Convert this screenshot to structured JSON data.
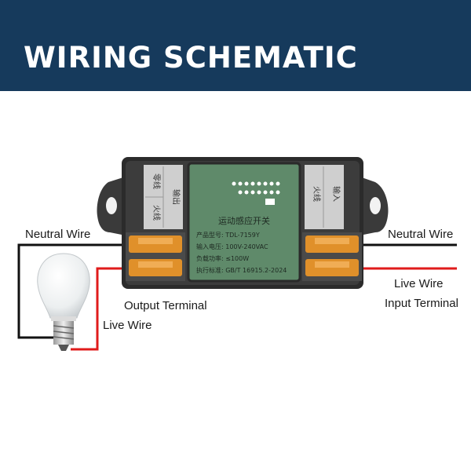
{
  "header": {
    "title": "WIRING SCHEMATIC"
  },
  "labels": {
    "neutral_left": "Neutral Wire",
    "neutral_right": "Neutral Wire",
    "live_right": "Live Wire",
    "input_terminal": "Input Terminal",
    "output_terminal": "Output Terminal",
    "live_left": "Live Wire"
  },
  "module": {
    "name_cn": "运动感应开关",
    "model_line": "产品型号: TDL-7159Y",
    "voltage_line": "输入电压: 100V-240VAC",
    "power_line": "负载功率: ≤100W",
    "standard_line": "执行标准: GB/T 16915.2-2024",
    "left_labels": [
      "零线",
      "火线",
      "输出"
    ],
    "right_labels": [
      "火线",
      "输入"
    ]
  },
  "colors": {
    "banner": "#163a5c",
    "live_wire": "#e01b1b",
    "neutral_wire": "#111111",
    "terminal": "#e0902a",
    "pcb": "#5f8a6a"
  }
}
